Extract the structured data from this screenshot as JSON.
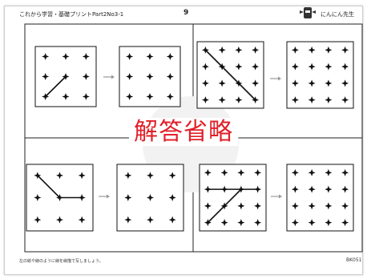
{
  "header": {
    "title": "これから学習・基礎プリントPart2No3-1",
    "page_number": "9",
    "brand": "にんにん先生"
  },
  "overlay": {
    "text": "解答省略"
  },
  "footer": {
    "instruction": "左の絵や線のように線を線描で写しましょう。",
    "code": "BK051"
  },
  "puzzles": [
    {
      "id": "top-left",
      "rows": 3,
      "cols": 3,
      "lines": [
        [
          [
            1,
            1
          ],
          [
            0,
            2
          ]
        ]
      ]
    },
    {
      "id": "top-right",
      "rows": 4,
      "cols": 4,
      "lines": [
        [
          [
            0,
            0
          ],
          [
            3,
            3
          ]
        ]
      ]
    },
    {
      "id": "bottom-left",
      "rows": 3,
      "cols": 3,
      "lines": [
        [
          [
            0,
            0
          ],
          [
            1,
            1
          ],
          [
            2,
            1
          ]
        ]
      ]
    },
    {
      "id": "bottom-right",
      "rows": 4,
      "cols": 4,
      "lines": [
        [
          [
            0,
            1
          ],
          [
            3,
            1
          ]
        ],
        [
          [
            0,
            3
          ],
          [
            2,
            1
          ]
        ]
      ]
    }
  ],
  "colors": {
    "accent": "#e0202a",
    "ink": "#111111"
  }
}
